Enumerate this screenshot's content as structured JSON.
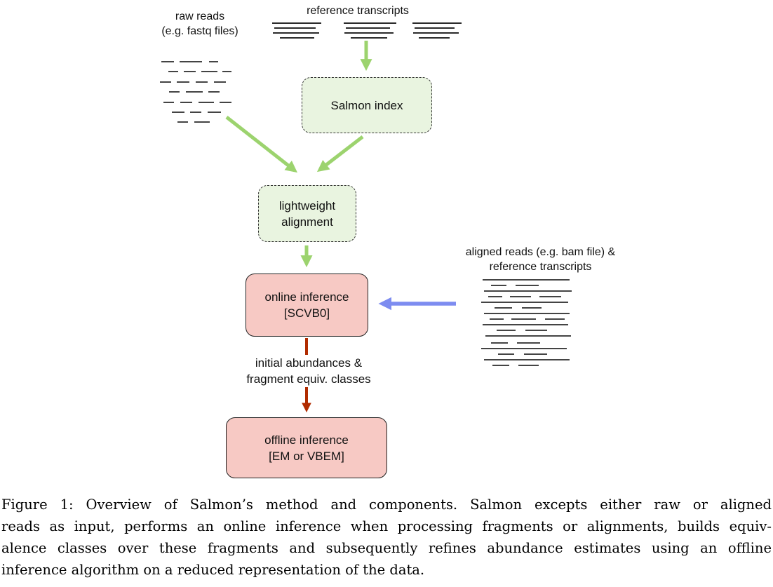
{
  "figure": {
    "raw_reads_label_line1": "raw reads",
    "raw_reads_label_line2": "(e.g. fastq files)",
    "reference_transcripts_label": "reference transcripts",
    "salmon_index_label": "Salmon index",
    "lightweight_alignment_line1": "lightweight",
    "lightweight_alignment_line2": "alignment",
    "online_inference_line1": "online inference",
    "online_inference_line2": "[SCVB0]",
    "aligned_reads_label_line1": "aligned reads (e.g. bam file) &",
    "aligned_reads_label_line2": "reference transcripts",
    "arrow_label_line1": "initial abundances &",
    "arrow_label_line2": "fragment equiv. classes",
    "offline_inference_line1": "offline inference",
    "offline_inference_line2": "[EM or VBEM]",
    "colors": {
      "index_box_fill": "#e9f4e0",
      "inference_box_fill": "#f7c9c4",
      "green_arrow": "#9cd36e",
      "blue_arrow": "#7d8cf0",
      "red_arrow": "#b02b00"
    }
  },
  "caption": {
    "lines": [
      "Figure 1: Overview of Salmon’s method and components. Salmon excepts either raw or aligned",
      "reads as input, performs an online inference when processing fragments or alignments, builds equiv-",
      "alence classes over these fragments and subsequently refines abundance estimates using an offline",
      "inference algorithm on a reduced representation of the data."
    ]
  }
}
